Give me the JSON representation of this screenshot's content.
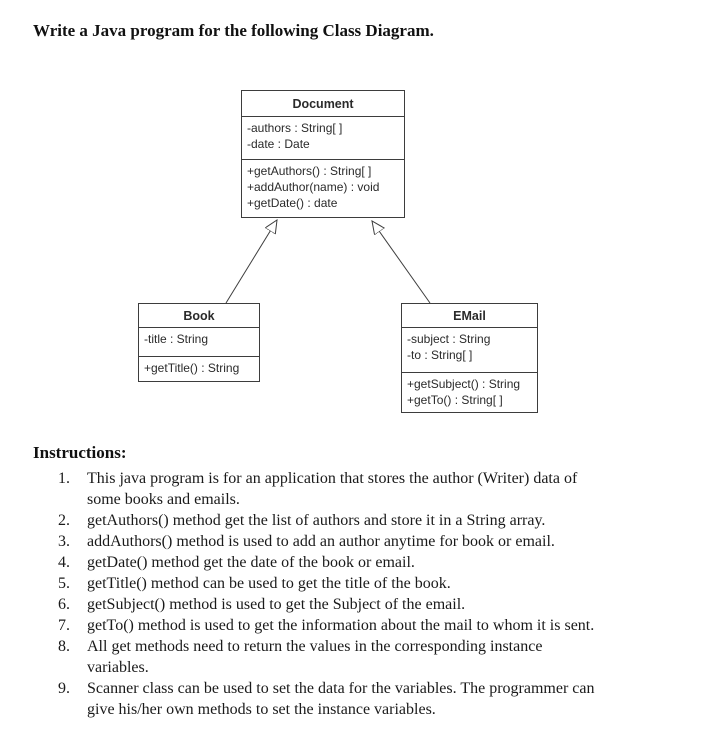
{
  "page": {
    "title": "Write a Java program for the following Class Diagram."
  },
  "diagram": {
    "classes": [
      {
        "name": "Document",
        "attributes": [
          "-authors : String[ ]",
          "-date : Date"
        ],
        "methods": [
          "+getAuthors() : String[ ]",
          "+addAuthor(name) : void",
          "+getDate() : date"
        ]
      },
      {
        "name": "Book",
        "attributes": [
          "-title : String"
        ],
        "methods": [
          "+getTitle() : String"
        ]
      },
      {
        "name": "EMail",
        "attributes": [
          "-subject : String",
          "-to : String[ ]"
        ],
        "methods": [
          "+getSubject() : String",
          "+getTo() : String[ ]"
        ]
      }
    ],
    "relationships": [
      {
        "from": "Book",
        "to": "Document",
        "type": "inheritance"
      },
      {
        "from": "EMail",
        "to": "Document",
        "type": "inheritance"
      }
    ]
  },
  "instructions": {
    "heading": "Instructions:",
    "items": [
      {
        "num": "1.",
        "text": "This java program is for an application that stores the author (Writer) data of\nsome books and emails."
      },
      {
        "num": "2.",
        "text": "getAuthors() method get the list of authors and store it in a String array."
      },
      {
        "num": "3.",
        "text": "addAuthors() method is used to add an author anytime for book or email."
      },
      {
        "num": "4.",
        "text": "getDate() method get the date of the book or email."
      },
      {
        "num": "5.",
        "text": "getTitle() method can be used to get the title of the book."
      },
      {
        "num": "6.",
        "text": "getSubject() method is used to get the Subject of the email."
      },
      {
        "num": "7.",
        "text": "getTo() method is used to get the information about the mail to whom it is sent."
      },
      {
        "num": "8.",
        "text": "All get methods need to return the values in the corresponding instance\nvariables."
      },
      {
        "num": "9.",
        "text": "Scanner class can be used to set the data for the variables. The programmer can\ngive his/her own methods to set the instance variables."
      }
    ]
  },
  "colors": {
    "background": "#ffffff",
    "text": "#1a1a1a",
    "diagram_line": "#3d3d3d"
  }
}
